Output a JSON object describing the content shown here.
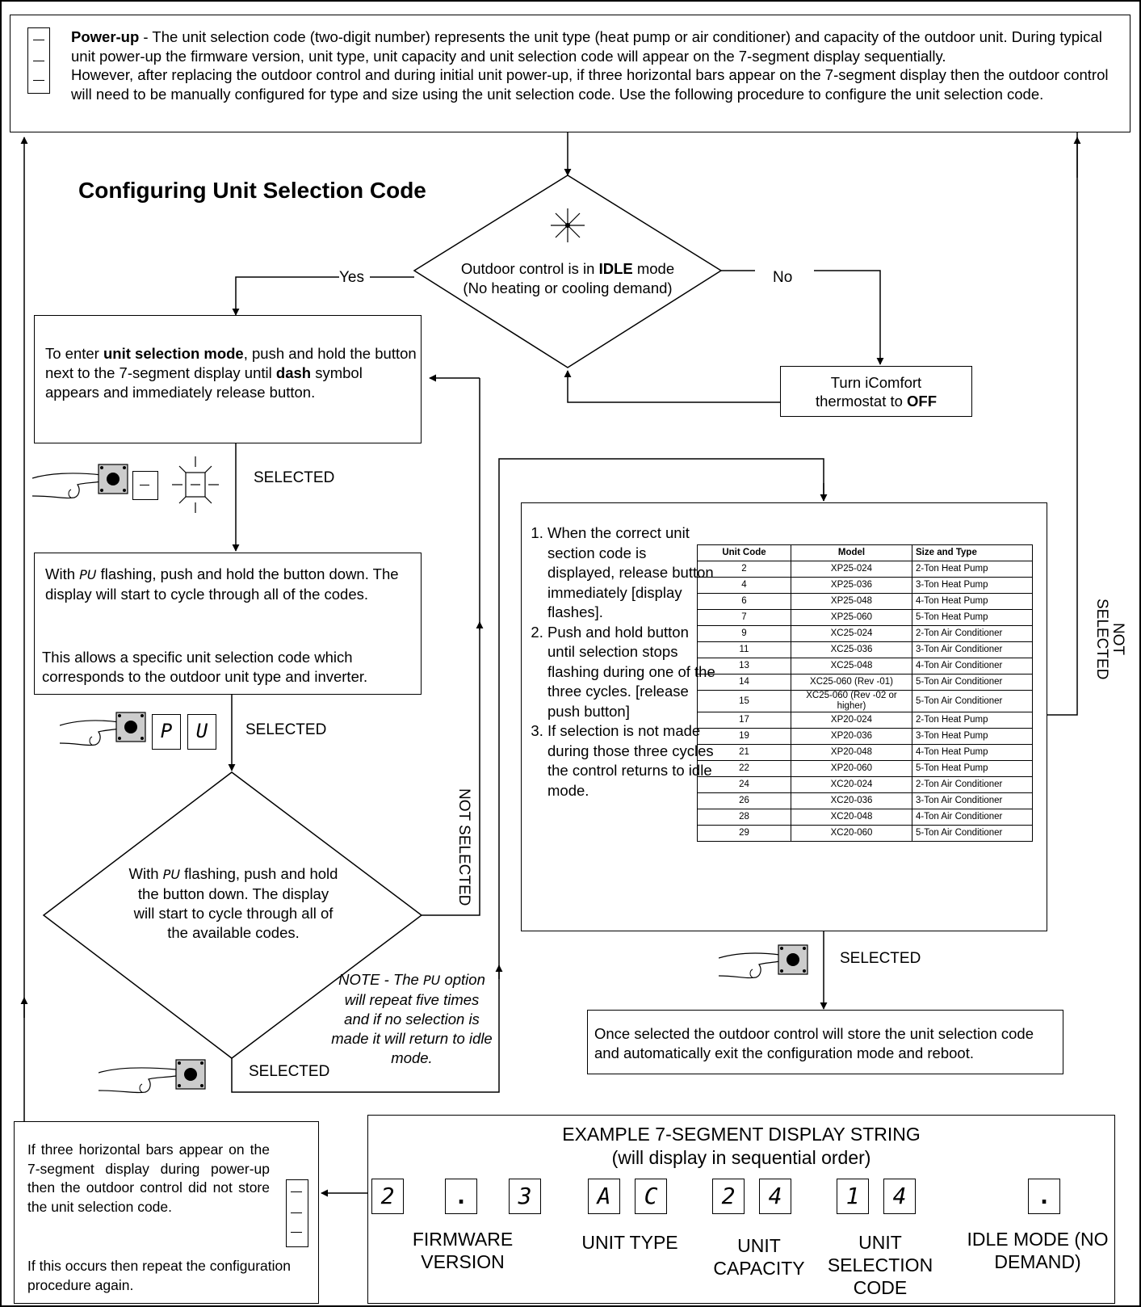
{
  "powerup": {
    "lead": "Power-up",
    "text1": " - The unit selection code (two-digit number) represents the unit type (heat pump or air conditioner) and capacity of the outdoor unit. During typical unit power-up the firmware version, unit type, unit capacity and unit selection code will appear on the 7-segment display sequentially.",
    "text2": "However, after replacing the outdoor control and during initial unit power-up, if three horizontal bars appear on the 7-segment display then the outdoor control will need to be manually configured for type and size using the unit selection code. Use the following procedure to configure the unit selection code."
  },
  "heading": "Configuring Unit Selection Code",
  "idle_decision": {
    "text_a": "Outdoor control is in ",
    "bold": "IDLE",
    "text_b": " mode",
    "line2": "(No heating or cooling demand)"
  },
  "labels": {
    "yes": "Yes",
    "no": "No",
    "selected": "SELECTED",
    "not_selected": "NOT SELECTED"
  },
  "turn_off": {
    "line1": "Turn iComfort",
    "line2a": "thermostat to ",
    "bold": "OFF"
  },
  "enter_mode": {
    "a": "To enter ",
    "b1": "unit selection mode",
    "c": ", push and hold the button next to the 7-segment display until ",
    "b2": "dash",
    "d": " symbol appears  and immediately release button."
  },
  "pu_box": {
    "pu": "PU",
    "text1": " flashing, push and hold the button down. The display will start to cycle through all of the codes.",
    "with": "With ",
    "text2": "This allows a specific unit selection code which corresponds to the outdoor unit type and inverter."
  },
  "pu_segments": [
    "P",
    "U"
  ],
  "diamond2": {
    "with": "With ",
    "pu": "PU",
    "text": " flashing, push and hold the button down. The display will start to cycle through all of the available codes."
  },
  "note": {
    "a": "NOTE - The ",
    "pu": "PU",
    "b": " option will repeat five times and if no selection is made it will return to idle mode."
  },
  "steps": [
    "When the correct unit section code is displayed, release button immediately [display flashes].",
    "Push and hold button until selection stops flashing during one of the three cycles. [release push button]",
    "If selection is not made during those three cycles the control returns to idle mode."
  ],
  "table": {
    "headers": [
      "Unit Code",
      "Model",
      "Size and Type"
    ],
    "rows": [
      [
        "2",
        "XP25-024",
        "2-Ton Heat Pump"
      ],
      [
        "4",
        "XP25-036",
        "3-Ton Heat Pump"
      ],
      [
        "6",
        "XP25-048",
        "4-Ton Heat Pump"
      ],
      [
        "7",
        "XP25-060",
        "5-Ton Heat Pump"
      ],
      [
        "9",
        "XC25-024",
        "2-Ton Air Conditioner"
      ],
      [
        "11",
        "XC25-036",
        "3-Ton Air Conditioner"
      ],
      [
        "13",
        "XC25-048",
        "4-Ton Air Conditioner"
      ],
      [
        "14",
        "XC25-060 (Rev -01)",
        "5-Ton Air Conditioner"
      ],
      [
        "15",
        "XC25-060 (Rev -02 or higher)",
        "5-Ton Air Conditioner"
      ],
      [
        "17",
        "XP20-024",
        "2-Ton Heat Pump"
      ],
      [
        "19",
        "XP20-036",
        "3-Ton Heat Pump"
      ],
      [
        "21",
        "XP20-048",
        "4-Ton Heat Pump"
      ],
      [
        "22",
        "XP20-060",
        "5-Ton Heat Pump"
      ],
      [
        "24",
        "XC20-024",
        "2-Ton Air Conditioner"
      ],
      [
        "26",
        "XC20-036",
        "3-Ton Air Conditioner"
      ],
      [
        "28",
        "XC20-048",
        "4-Ton Air Conditioner"
      ],
      [
        "29",
        "XC20-060",
        "5-Ton Air Conditioner"
      ]
    ]
  },
  "store_box": "Once selected the outdoor control will store the unit selection code and automatically exit the configuration mode and reboot.",
  "bars_box": {
    "text1": "If three horizontal bars appear on the 7-segment display during power-up then the outdoor control did not store the unit selection code.",
    "text2": "If this occurs then repeat the configuration procedure again."
  },
  "example": {
    "title1": "EXAMPLE 7-SEGMENT DISPLAY STRING",
    "title2": "(will display in sequential order)",
    "digits": [
      "2",
      ".",
      "3",
      "A",
      "C",
      "2",
      "4",
      "1",
      "4",
      "."
    ],
    "captions": {
      "firmware": "FIRMWARE VERSION",
      "type": "UNIT TYPE",
      "capacity": "UNIT CAPACITY",
      "selection": "UNIT SELECTION CODE",
      "idle": "IDLE MODE (NO DEMAND)"
    }
  }
}
